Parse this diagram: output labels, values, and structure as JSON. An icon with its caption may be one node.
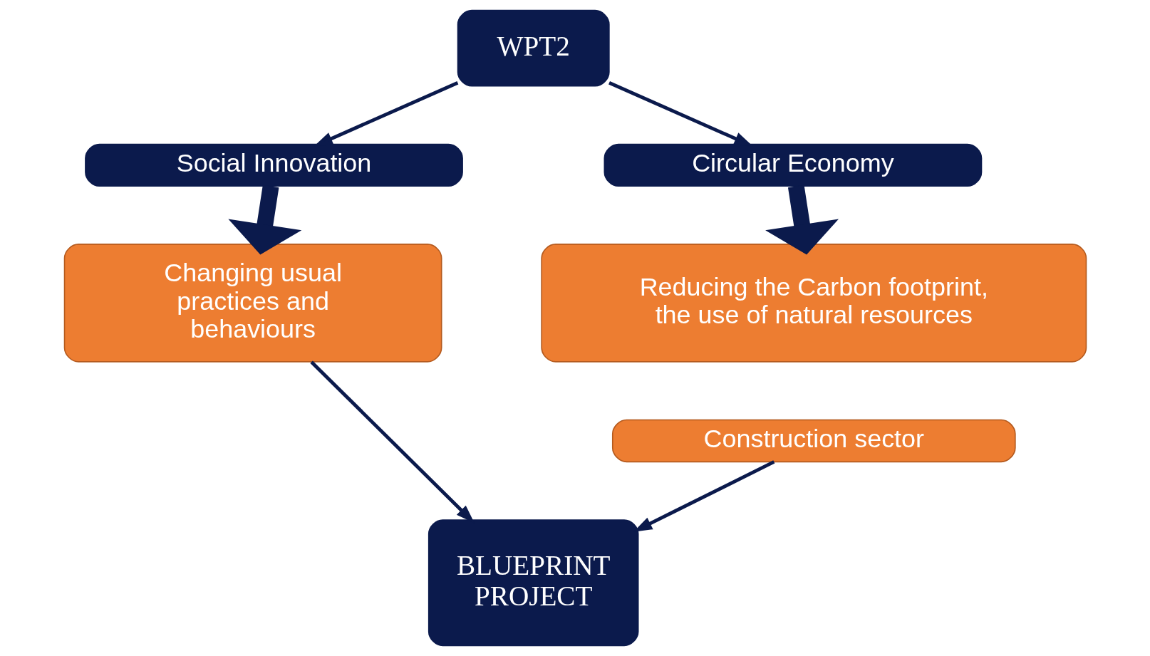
{
  "diagram": {
    "nodes": [
      {
        "text": [
          "WPT2"
        ]
      },
      {
        "text": [
          "Social Innovation"
        ]
      },
      {
        "text": [
          "Circular Economy"
        ]
      },
      {
        "text": [
          "Changing usual practices and behaviours"
        ]
      },
      {
        "text": [
          "Reducing the Carbon footprint, the use of natural resources"
        ]
      },
      {
        "text": [
          "Construction sector"
        ]
      },
      {
        "text": [
          "BLUEPRINT PROJECT"
        ]
      }
    ],
    "edges": [
      {
        "from": 0,
        "to": 1,
        "arrow": "to"
      },
      {
        "from": 0,
        "to": 2,
        "arrow": "to"
      },
      {
        "from": 1,
        "to": 3,
        "arrow": "to",
        "style": "thick"
      },
      {
        "from": 2,
        "to": 4,
        "arrow": "to",
        "style": "thick"
      },
      {
        "from": 3,
        "to": 6,
        "arrow": "to"
      },
      {
        "from": 5,
        "to": 6,
        "arrow": "to"
      }
    ]
  }
}
